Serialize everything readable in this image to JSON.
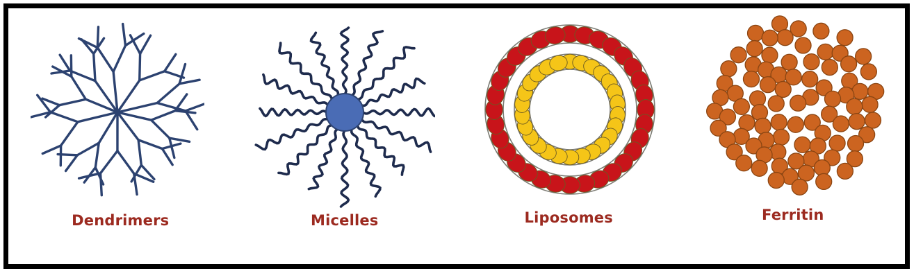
{
  "figure": {
    "background_color": "#ffffff",
    "border_color": "#000000",
    "label_color": "#9c2a20"
  },
  "panels": [
    {
      "id": "dendrimers",
      "label": "Dendrimers",
      "structure": "branched-tree-radiating-from-core",
      "color": "#2c4270",
      "branch_count": 10,
      "generations": 3
    },
    {
      "id": "micelles",
      "label": "Micelles",
      "structure": "spherical-core-with-wavy-tails",
      "core_color": "#4a6cb5",
      "core_edge_color": "#2c4270",
      "tail_color": "#1e2b4d",
      "tail_count": 16
    },
    {
      "id": "liposomes",
      "label": "Liposomes",
      "structure": "bilayer-concentric-rings",
      "outer_bead_color": "#c8141a",
      "inner_bead_color": "#f5c518",
      "ring_outline_color": "#7a7a72",
      "outer_bead_count": 32,
      "inner_bead_count": 26
    },
    {
      "id": "ferritin",
      "label": "Ferritin",
      "structure": "dense-sphere-cluster-shell",
      "bead_color": "#cc6420",
      "bead_edge_color": "#8a4512",
      "bead_count": 104
    }
  ]
}
